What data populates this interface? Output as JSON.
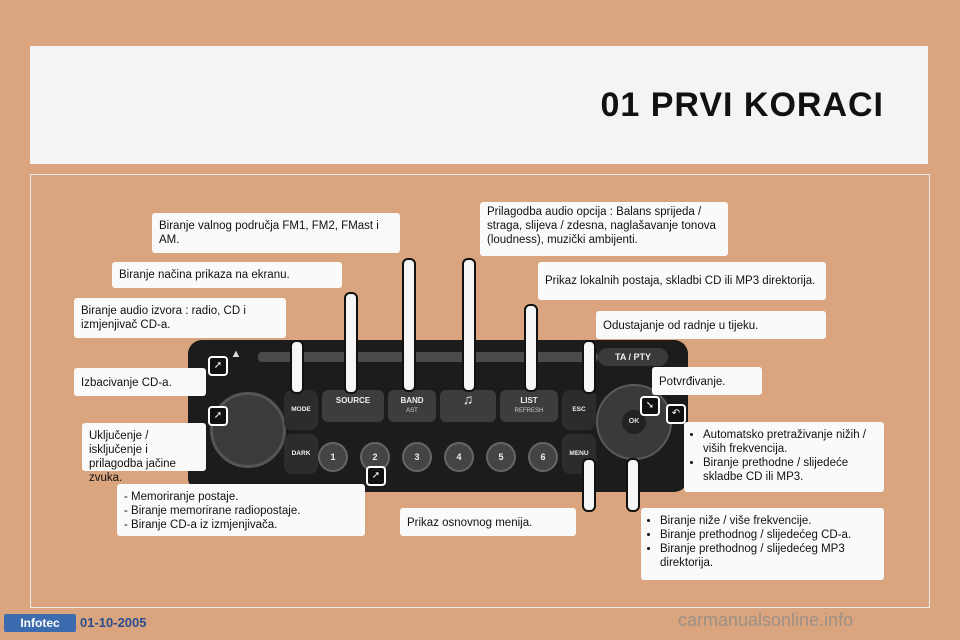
{
  "header": {
    "title": "01 PRVI KORACI"
  },
  "labels": {
    "band": "Biranje valnog područja FM1, FM2, FMast i AM.",
    "display_mode": "Biranje načina prikaza na ekranu.",
    "source": "Biranje audio izvora : radio, CD i izmjenjivač CD-a.",
    "eject": "Izbacivanje CD-a.",
    "power": "Uključenje / isključenje i prilagodba jačine zvuka.",
    "presets": [
      "- Memoriranje postaje.",
      "- Biranje memorirane radiopostaje.",
      "- Biranje CD-a iz izmjenjivača."
    ],
    "audio_options": "Prilagodba audio opcija : Balans sprijeda / straga, slijeva / zdesna, naglašavanje tonova (loudness), muzički ambijenti.",
    "list": "Prikaz lokalnih postaja, skladbi CD ili MP3 direktorija.",
    "esc": "Odustajanje od radnje u tijeku.",
    "ok": "Potvrđivanje.",
    "left_right": [
      "Automatsko pretraživanje nižih / viših frekvencija.",
      "Biranje prethodne / slijedeće skladbe CD ili MP3."
    ],
    "menu": "Prikaz osnovnog menija.",
    "up_down": [
      "Biranje niže / više frekvencije.",
      "Biranje prethodnog / slijedećeg CD-a.",
      "Biranje prethodnog / slijedećeg MP3 direktorija."
    ]
  },
  "radio": {
    "ta_pty": "TA / PTY",
    "source": "SOURCE",
    "band": "BAND",
    "band_sub": "AST",
    "list": "LIST",
    "list_sub": "REFRESH",
    "mode": "MODE",
    "dark": "DARK",
    "esc": "ESC",
    "menu": "MENU",
    "ok": "OK",
    "presets": [
      "1",
      "2",
      "3",
      "4",
      "5",
      "6"
    ]
  },
  "footer": {
    "badge": "Infotec",
    "date": "01-10-2005",
    "watermark": "carmanualsonline.info"
  },
  "colors": {
    "background": "#d9a47e",
    "panel": "#f4f4f4",
    "radio_body": "#1c1c1c"
  }
}
